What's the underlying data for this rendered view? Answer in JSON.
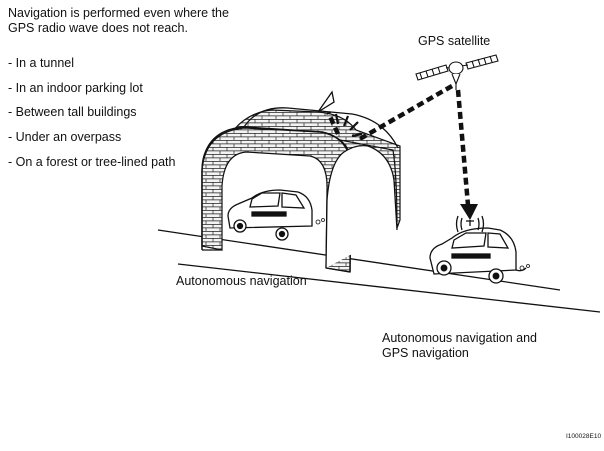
{
  "intro": {
    "line1": "Navigation is performed even where the",
    "line2": "GPS radio wave does not reach."
  },
  "places": [
    "- In a tunnel",
    "- In an indoor parking lot",
    "- Between tall buildings",
    "- Under an overpass",
    "- On a forest or tree-lined path"
  ],
  "labels": {
    "gps_satellite": "GPS satellite",
    "autonomous": "Autonomous navigation",
    "combined_line1": "Autonomous navigation and",
    "combined_line2": "GPS navigation"
  },
  "figure_code": "I100028E10",
  "icons": [
    "satellite-icon",
    "tunnel-icon",
    "car-icon",
    "signal-arrow-icon"
  ],
  "colors": {
    "ink": "#111111",
    "background": "#ffffff",
    "wall_fill": "#f2f2f2"
  }
}
